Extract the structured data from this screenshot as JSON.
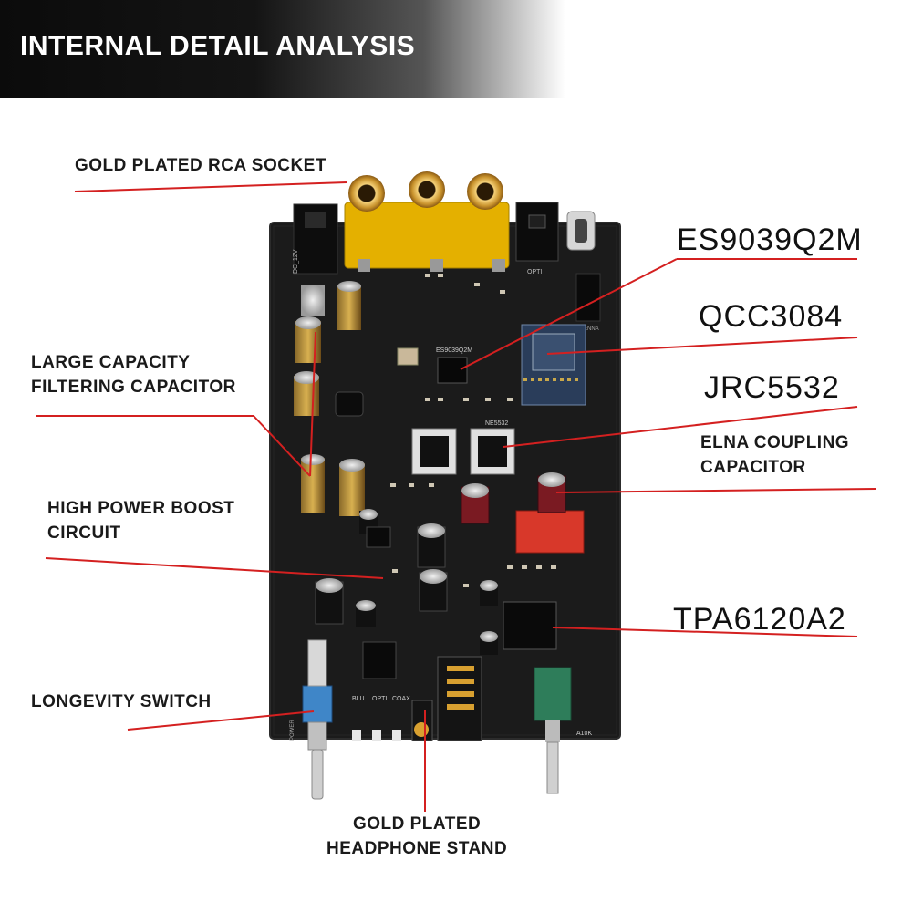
{
  "header": {
    "title": "INTERNAL DETAIL ANALYSIS"
  },
  "labels": {
    "rca_socket": "GOLD PLATED RCA SOCKET",
    "filter_cap_line1": "LARGE CAPACITY",
    "filter_cap_line2": "FILTERING CAPACITOR",
    "boost_line1": "HIGH POWER BOOST",
    "boost_line2": "CIRCUIT",
    "longevity_switch": "LONGEVITY SWITCH",
    "headphone_line1": "GOLD PLATED",
    "headphone_line2": "HEADPHONE STAND",
    "dac_chip": "ES9039Q2M",
    "bt_chip": "QCC3084",
    "opamp_chip": "JRC5532",
    "elna_line1": "ELNA COUPLING",
    "elna_line2": "CAPACITOR",
    "amp_chip": "TPA6120A2"
  },
  "board_text": {
    "dc_label": "DC_12V",
    "dac_ic": "ES9039Q2M",
    "opamp_ic": "NE5532",
    "opti": "OPTI",
    "antenna": "ANTENNA",
    "inputs": [
      "BLU",
      "OPTI",
      "COAX"
    ],
    "pot": "A10K",
    "power": "POWER"
  },
  "colors": {
    "callout_line": "#d42020",
    "pcb": "#1d1d1d",
    "rca_housing": "#e4b000",
    "gold": "#d9a33a"
  }
}
